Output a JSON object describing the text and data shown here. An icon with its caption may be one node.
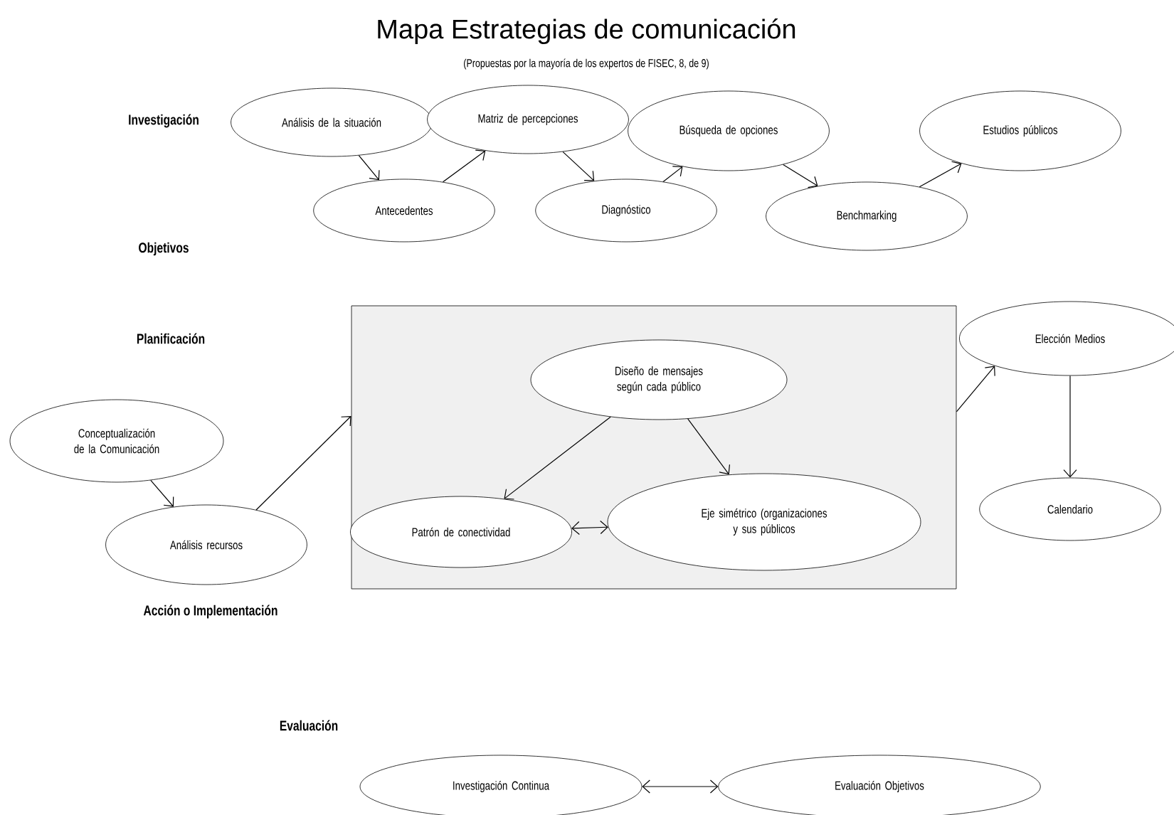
{
  "diagram": {
    "title": "Mapa Estrategias de comunicación",
    "nodes": [
      {
        "text": [
          "Análisis de la situación"
        ]
      },
      {
        "text": [
          "Matriz de percepciones"
        ]
      },
      {
        "text": [
          "Búsqueda de opciones"
        ]
      },
      {
        "text": [
          "Estudios públicos"
        ]
      },
      {
        "text": [
          "Antecedentes"
        ]
      },
      {
        "text": [
          "Diagnóstico"
        ]
      },
      {
        "text": [
          "Benchmarking"
        ]
      },
      {
        "text": [
          "Conceptualización de la Comunicación"
        ]
      },
      {
        "text": [
          "Análisis recursos"
        ]
      },
      {
        "text": [],
        "shape": "box"
      },
      {
        "text": [
          "Diseño de mensajes según cada público"
        ],
        "in": 9
      },
      {
        "text": [
          "Patrón de conectividad"
        ],
        "in": 9
      },
      {
        "text": [
          "Eje simétrico (organizaciones y sus públicos"
        ],
        "in": 9
      },
      {
        "text": [
          "Elección Medios"
        ]
      },
      {
        "text": [
          "Calendario"
        ]
      },
      {
        "text": [
          "Investigación Continua"
        ]
      },
      {
        "text": [
          "Evaluación Objetivos"
        ]
      }
    ],
    "edges": [
      {
        "from": 0,
        "to": 4,
        "arrow": "to"
      },
      {
        "from": 4,
        "to": 1,
        "arrow": "to"
      },
      {
        "from": 1,
        "to": 5,
        "arrow": "to"
      },
      {
        "from": 5,
        "to": 2,
        "arrow": "to"
      },
      {
        "from": 2,
        "to": 6,
        "arrow": "to"
      },
      {
        "from": 6,
        "to": 3,
        "arrow": "to"
      },
      {
        "from": 7,
        "to": 8,
        "arrow": "to"
      },
      {
        "from": 8,
        "to": 9,
        "arrow": "to"
      },
      {
        "from": 10,
        "to": 11,
        "arrow": "to"
      },
      {
        "from": 10,
        "to": 12,
        "arrow": "to"
      },
      {
        "from": 11,
        "to": 12,
        "arrow": "both"
      },
      {
        "from": 9,
        "to": 13,
        "arrow": "to"
      },
      {
        "from": 13,
        "to": 14,
        "arrow": "to"
      },
      {
        "from": 15,
        "to": 16,
        "arrow": "both"
      }
    ],
    "labels": [
      "(Propuestas por la mayoría de los expertos de FISEC, 8, de 9)",
      "Investigación",
      "Objetivos",
      "Planificación",
      "Acción o Implementación",
      "Evaluación"
    ]
  }
}
